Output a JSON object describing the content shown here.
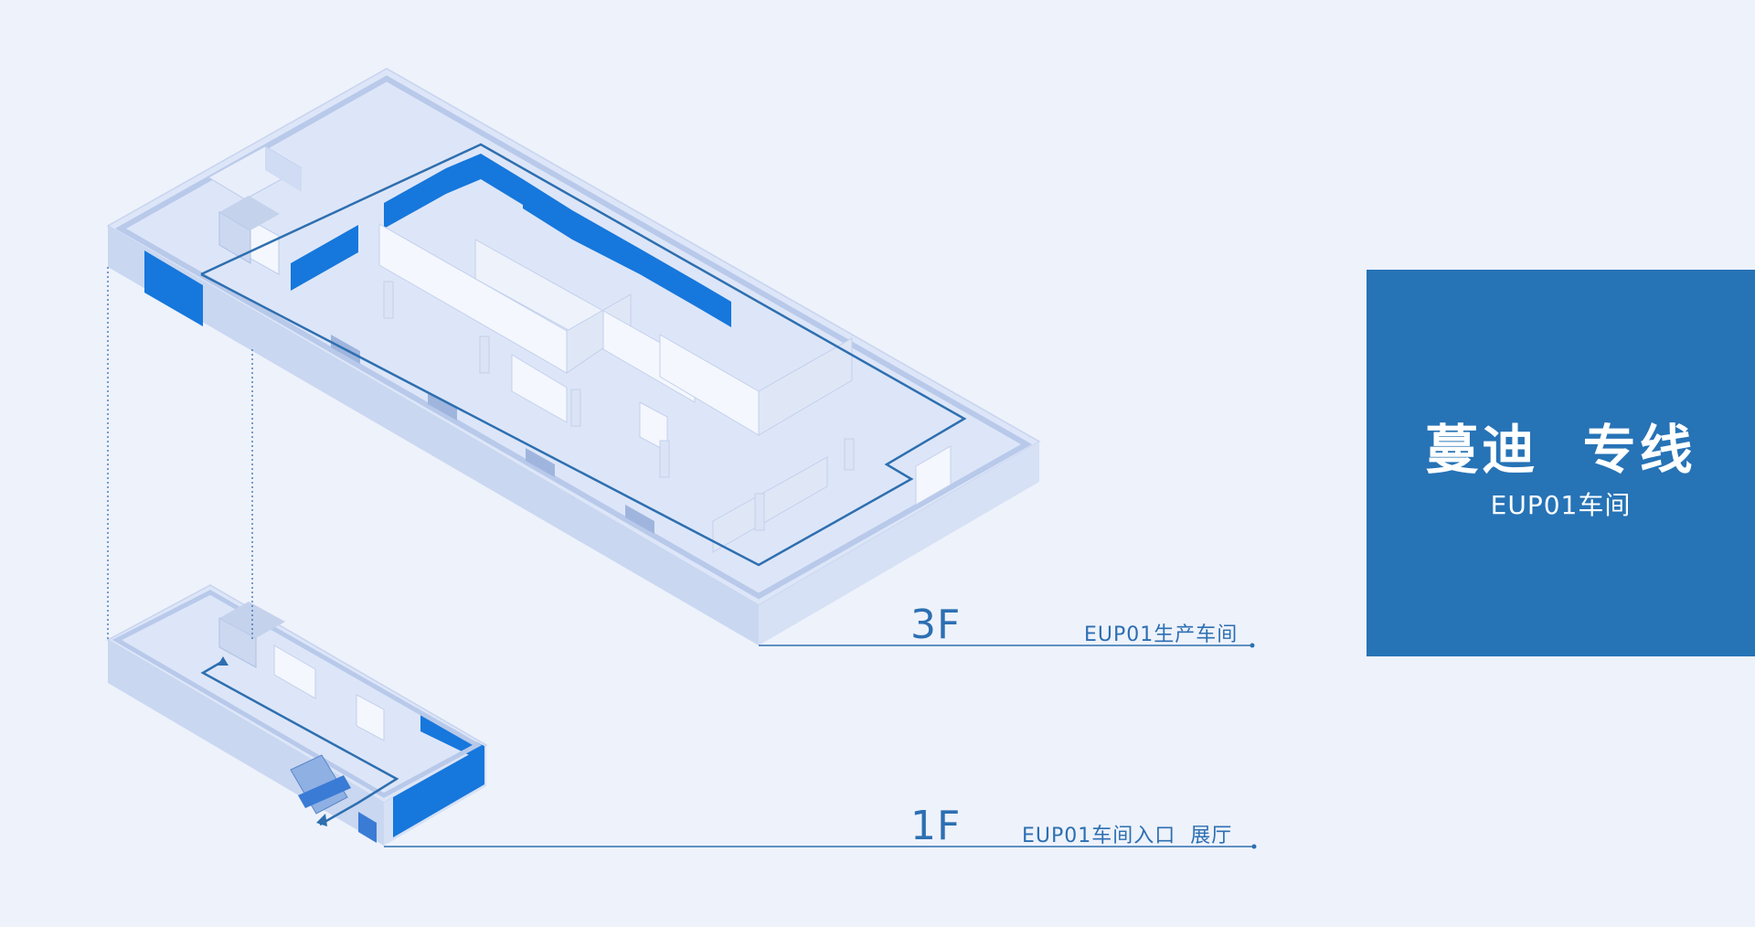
{
  "panel": {
    "title": "蔓迪  专线",
    "subtitle": "EUP01车间"
  },
  "floors": [
    {
      "code": "3F",
      "name": "EUP01生产车间"
    },
    {
      "code": "1F",
      "name": "EUP01车间入口  展厅"
    }
  ],
  "colors": {
    "background": "#eef2fb",
    "accent_blue": "#2673b6",
    "wall_blue": "#1677dc",
    "route_line": "#2e6fb0"
  }
}
